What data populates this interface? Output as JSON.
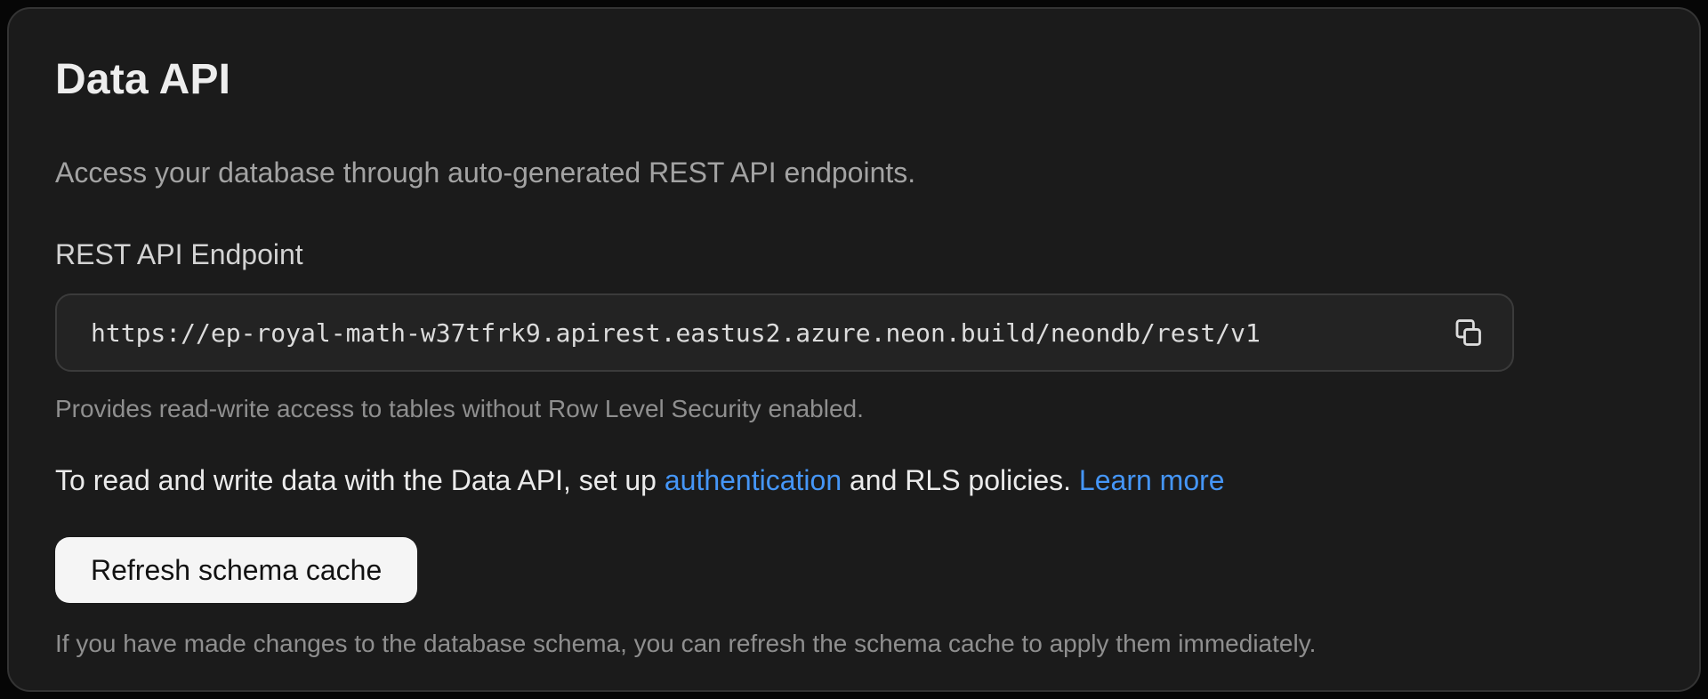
{
  "panel": {
    "title": "Data API",
    "description": "Access your database through auto-generated REST API endpoints.",
    "endpoint": {
      "label": "REST API Endpoint",
      "url": "https://ep-royal-math-w37tfrk9.apirest.eastus2.azure.neon.build/neondb/rest/v1",
      "copy_icon": "copy-icon",
      "helper": "Provides read-write access to tables without Row Level Security enabled."
    },
    "auth_note": {
      "text_before_auth_link": "To read and write data with the Data API, set up ",
      "auth_link_label": "authentication",
      "text_after_auth_link": " and RLS policies. ",
      "learn_more_link_label": "Learn more"
    },
    "refresh": {
      "button_label": "Refresh schema cache",
      "helper": "If you have made changes to the database schema, you can refresh the schema cache to apply them immediately."
    },
    "colors": {
      "link": "#4596f7",
      "card_background": "#1b1b1b",
      "field_background": "#232323",
      "button_background": "#f5f5f5"
    }
  }
}
